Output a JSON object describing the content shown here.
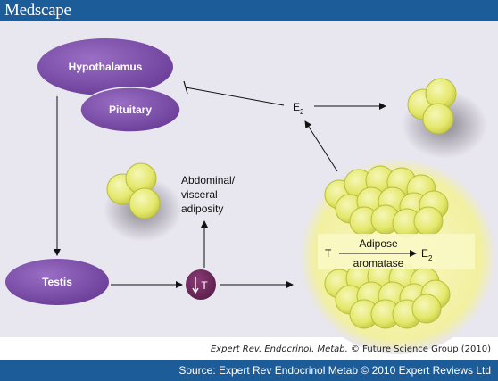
{
  "brand": {
    "logo": "Medscape"
  },
  "colors": {
    "header": "#1c5c99",
    "panel": "#e8e6ee",
    "purple_node": "#7a4ca8",
    "fat_cell": "#e8ec7a",
    "adipose_glow": "#f4f2a6",
    "t_node": "#6b2a5a"
  },
  "diagram": {
    "nodes": {
      "hypothalamus": "Hypothalamus",
      "pituitary": "Pituitary",
      "testis": "Testis",
      "t_marker": "T",
      "e2_main": "E",
      "e2_main_sub": "2",
      "visceral_label_line1": "Abdominal/",
      "visceral_label_line2": "visceral",
      "visceral_label_line3": "adiposity"
    },
    "adipose": {
      "t_label": "T",
      "enzyme_top": "Adipose",
      "enzyme_bottom": "aromatase",
      "e2_label": "E",
      "e2_sub": "2"
    }
  },
  "credit": {
    "journal": "Expert Rev. Endocrinol. Metab.",
    "rest": " © Future Science Group (2010)"
  },
  "footer": {
    "source": "Source: Expert Rev Endocrinol Metab © 2010 Expert Reviews Ltd"
  }
}
